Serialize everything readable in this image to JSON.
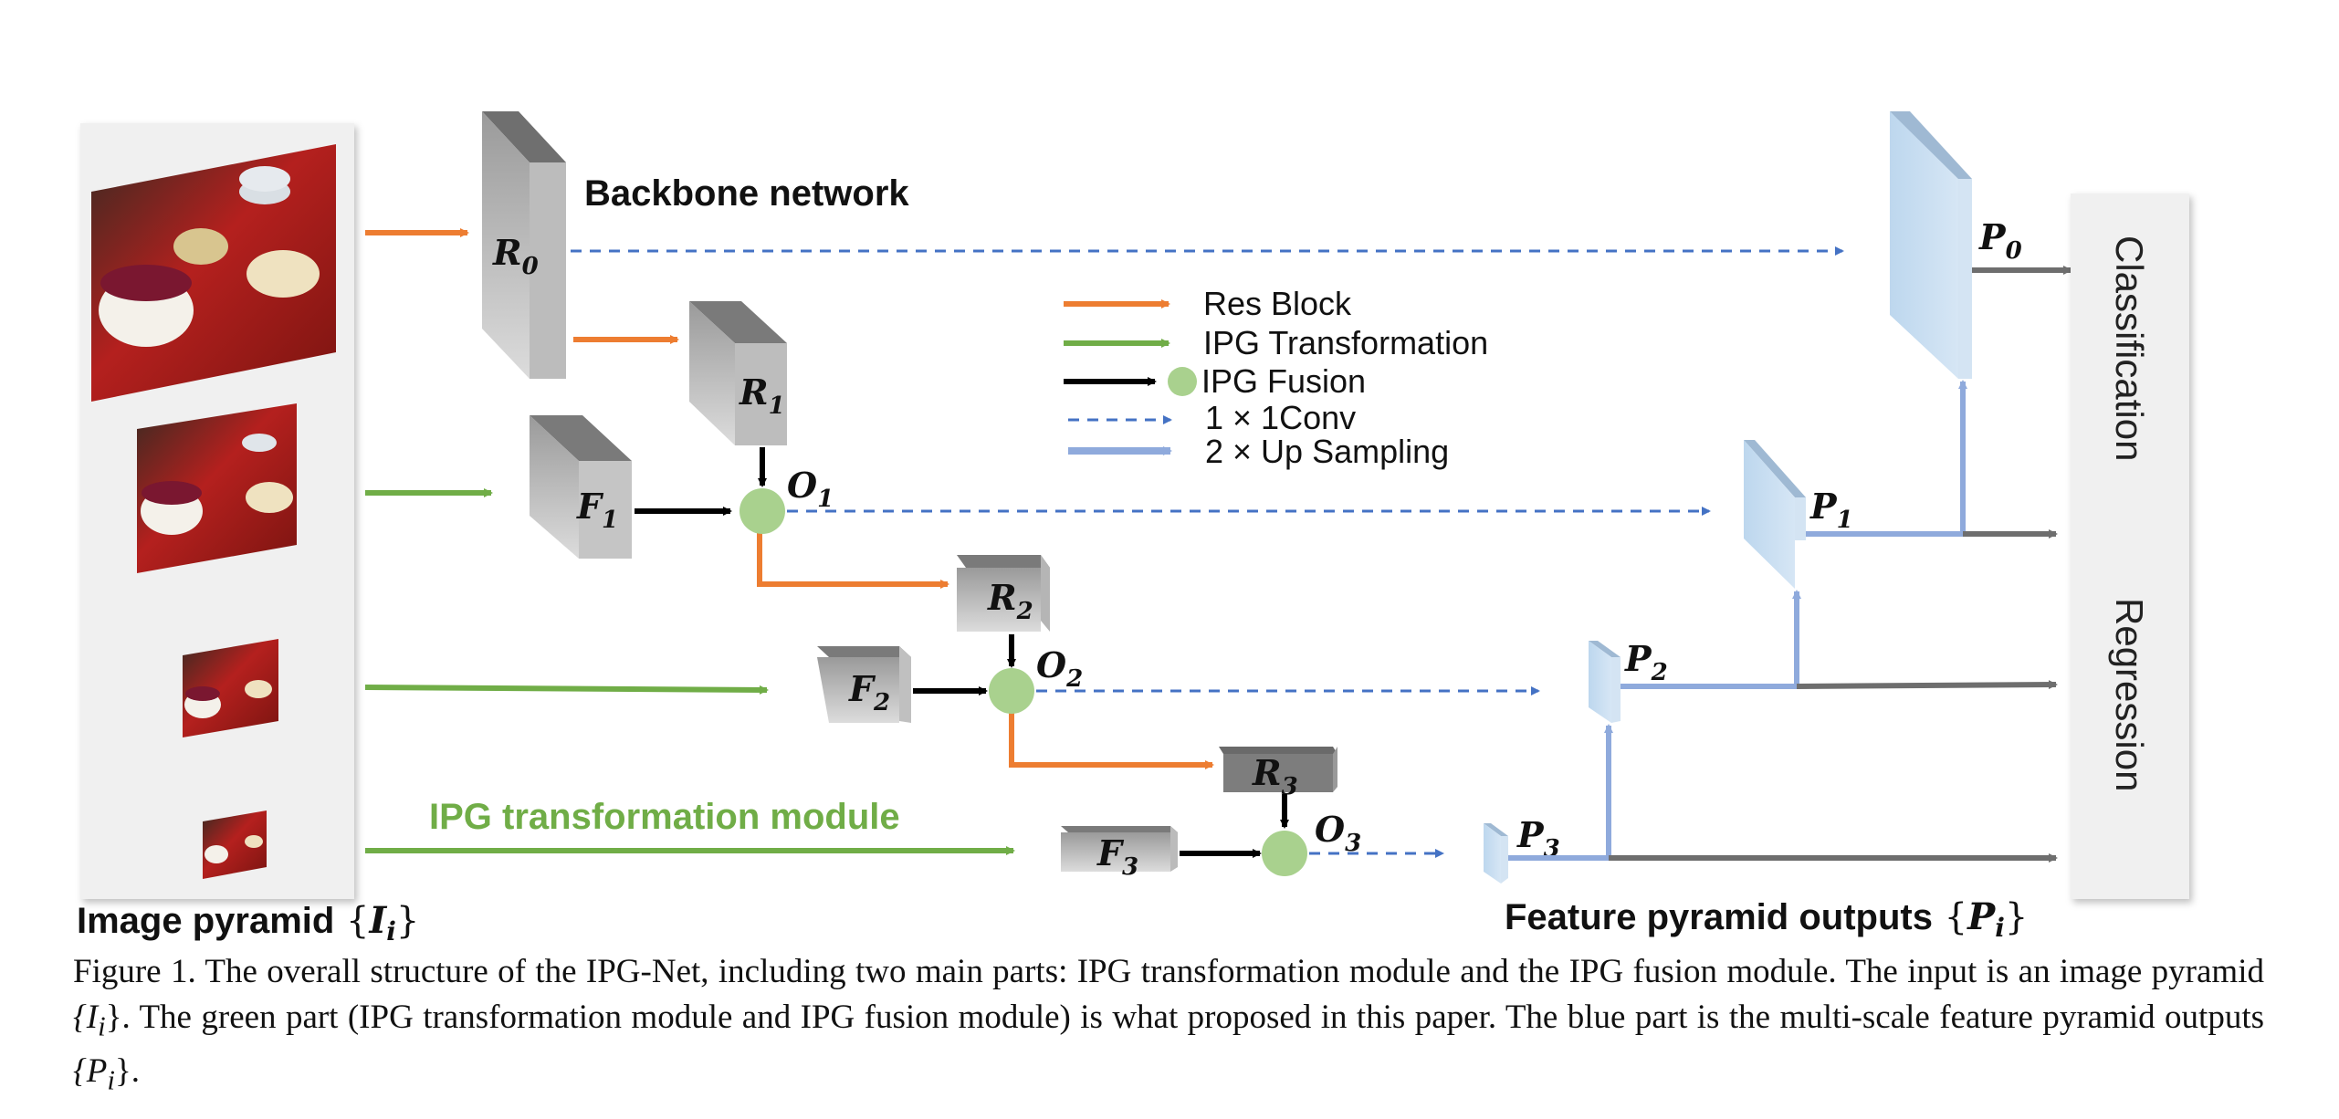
{
  "titles": {
    "backbone": "Backbone network",
    "transformation_module": "IPG transformation module",
    "image_pyramid": "Image pyramid",
    "image_pyramid_symbol": "I",
    "image_pyramid_sub": "i",
    "feature_outputs": "Feature pyramid outputs",
    "feature_outputs_symbol": "P",
    "feature_outputs_sub": "i"
  },
  "heads": {
    "classification": "Classification",
    "regression": "Regression"
  },
  "legend": [
    {
      "label": "Res Block",
      "color": "#ED7D31",
      "style": "arrow"
    },
    {
      "label": "IPG Transformation",
      "color": "#70AD47",
      "style": "arrow"
    },
    {
      "label": "IPG Fusion",
      "color": "#000000",
      "style": "fusion"
    },
    {
      "label": "1 × 1Conv",
      "color": "#4472C4",
      "style": "dashed"
    },
    {
      "label": "2 × Up Sampling",
      "color": "#8FAADC",
      "style": "thick"
    }
  ],
  "blocks": {
    "R0": {
      "sym": "R",
      "sub": "0"
    },
    "R1": {
      "sym": "R",
      "sub": "1"
    },
    "R2": {
      "sym": "R",
      "sub": "2"
    },
    "R3": {
      "sym": "R",
      "sub": "3"
    },
    "F1": {
      "sym": "F",
      "sub": "1"
    },
    "F2": {
      "sym": "F",
      "sub": "2"
    },
    "F3": {
      "sym": "F",
      "sub": "3"
    },
    "O1": {
      "sym": "O",
      "sub": "1"
    },
    "O2": {
      "sym": "O",
      "sub": "2"
    },
    "O3": {
      "sym": "O",
      "sub": "3"
    },
    "P0": {
      "sym": "P",
      "sub": "0"
    },
    "P1": {
      "sym": "P",
      "sub": "1"
    },
    "P2": {
      "sym": "P",
      "sub": "2"
    },
    "P3": {
      "sym": "P",
      "sub": "3"
    }
  },
  "caption": {
    "fig_label": "Figure 1.",
    "part1": " The overall structure of the IPG-Net, including two main parts: IPG transformation module and the IPG fusion module. The input is an image pyramid ",
    "sym1": "{I",
    "sub1": "i",
    "close1": "}",
    "part2": ". The green part (IPG transformation module and IPG fusion module) is what proposed in this paper. The blue part is the multi-scale feature pyramid outputs ",
    "sym2": "{P",
    "sub2": "i",
    "close2": "}",
    "part3": "."
  },
  "colors": {
    "orange": "#ED7D31",
    "green": "#70AD47",
    "fusion_node": "#A9D18E",
    "dashed_blue": "#4472C4",
    "light_blue": "#8FAADC",
    "output_gray": "#6E6E6E",
    "feature_block": "#BDD7EE"
  }
}
